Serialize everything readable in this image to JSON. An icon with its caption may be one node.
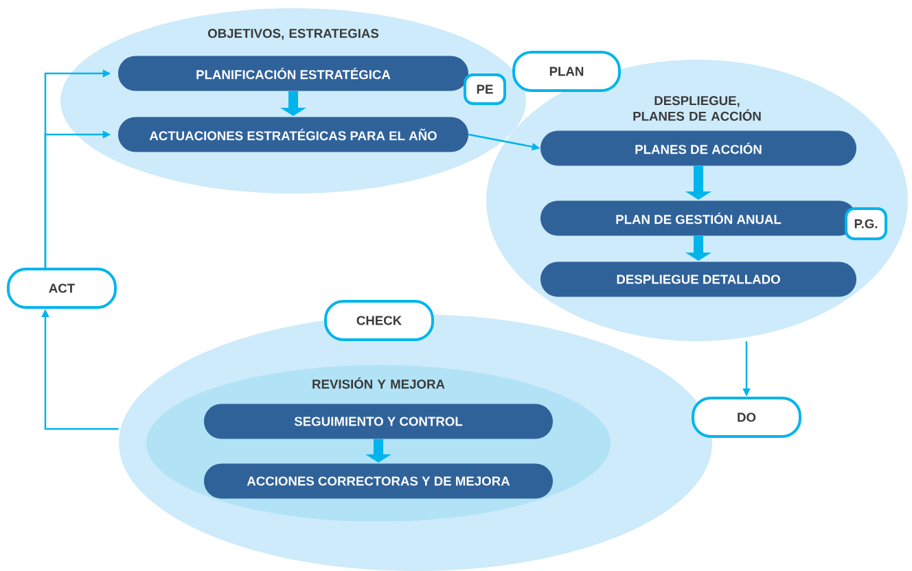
{
  "diagram": {
    "nodes": [
      {
        "text": [
          "OBJETIVOS, ESTRATEGIAS"
        ]
      },
      {
        "text": [
          "PLANIFICACIÓN ESTRATÉGICA"
        ],
        "in": 0
      },
      {
        "text": [
          "PE"
        ],
        "in": 0
      },
      {
        "text": [
          "ACTUACIONES ESTRATÉGICAS PARA EL AÑO"
        ],
        "in": 0
      },
      {
        "text": [
          "PLAN"
        ]
      },
      {
        "text": [
          "DESPLIEGUE, PLANES DE ACCIÓN"
        ]
      },
      {
        "text": [
          "PLANES DE ACCIÓN"
        ],
        "in": 5
      },
      {
        "text": [
          "PLAN DE GESTIÓN ANUAL"
        ],
        "in": 5
      },
      {
        "text": [
          "P.G."
        ],
        "in": 5
      },
      {
        "text": [
          "DESPLIEGUE DETALLADO"
        ],
        "in": 5
      },
      {
        "text": [
          "DO"
        ]
      },
      {
        "text": [
          "ACT"
        ]
      },
      {
        "text": [
          "CHECK"
        ]
      },
      {
        "text": [],
        "shape": "ellipse"
      },
      {
        "text": [
          "REVISIÓN Y MEJORA"
        ],
        "in": 13
      },
      {
        "text": [
          "SEGUIMIENTO Y CONTROL"
        ],
        "in": 14
      },
      {
        "text": [
          "ACCIONES CORRECTORAS Y DE MEJORA"
        ],
        "in": 14
      }
    ],
    "edges": [
      {
        "from": 13,
        "to": 11,
        "arrow": "to"
      },
      {
        "from": 11,
        "to": 1,
        "arrow": "to"
      },
      {
        "from": 11,
        "to": 3,
        "arrow": "to"
      },
      {
        "from": 1,
        "to": 3,
        "arrow": "to",
        "style": "thick"
      },
      {
        "from": 3,
        "to": 6,
        "arrow": "to"
      },
      {
        "from": 6,
        "to": 7,
        "arrow": "to",
        "style": "thick"
      },
      {
        "from": 7,
        "to": 9,
        "arrow": "to",
        "style": "thick"
      },
      {
        "from": 5,
        "to": 10,
        "arrow": "to"
      },
      {
        "from": 15,
        "to": 16,
        "arrow": "to",
        "style": "thick"
      }
    ]
  }
}
